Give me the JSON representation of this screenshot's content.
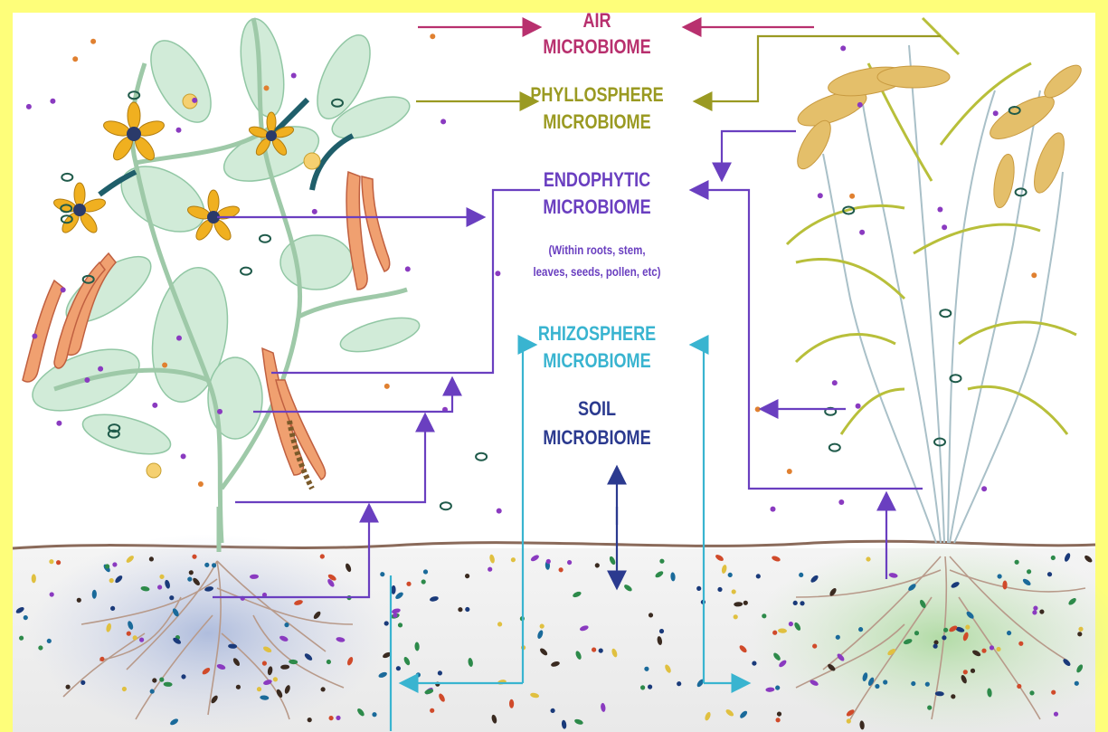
{
  "labels": {
    "air": [
      "AIR",
      "MICROBIOME"
    ],
    "phyllosphere": [
      "PHYLLOSPHERE",
      "MICROBIOME"
    ],
    "endophytic": [
      "ENDOPHYTIC",
      "MICROBIOME"
    ],
    "endophytic_note": [
      "(Within roots, stem,",
      "leaves, seeds, pollen, etc)"
    ],
    "rhizosphere": [
      "RHIZOSPHERE",
      "MICROBIOME"
    ],
    "soil": [
      "SOIL",
      "MICROBIOME"
    ]
  },
  "colors": {
    "background": "#fefe7a",
    "air": "#b8306e",
    "phyllosphere": "#9a9a22",
    "endophytic": "#6a3fc0",
    "rhizosphere": "#39b4d0",
    "soil": "#2b3a8f"
  },
  "illustrations": [
    "flowering-plant-icon",
    "rice-plant-icon",
    "soil-microbes-icon"
  ]
}
